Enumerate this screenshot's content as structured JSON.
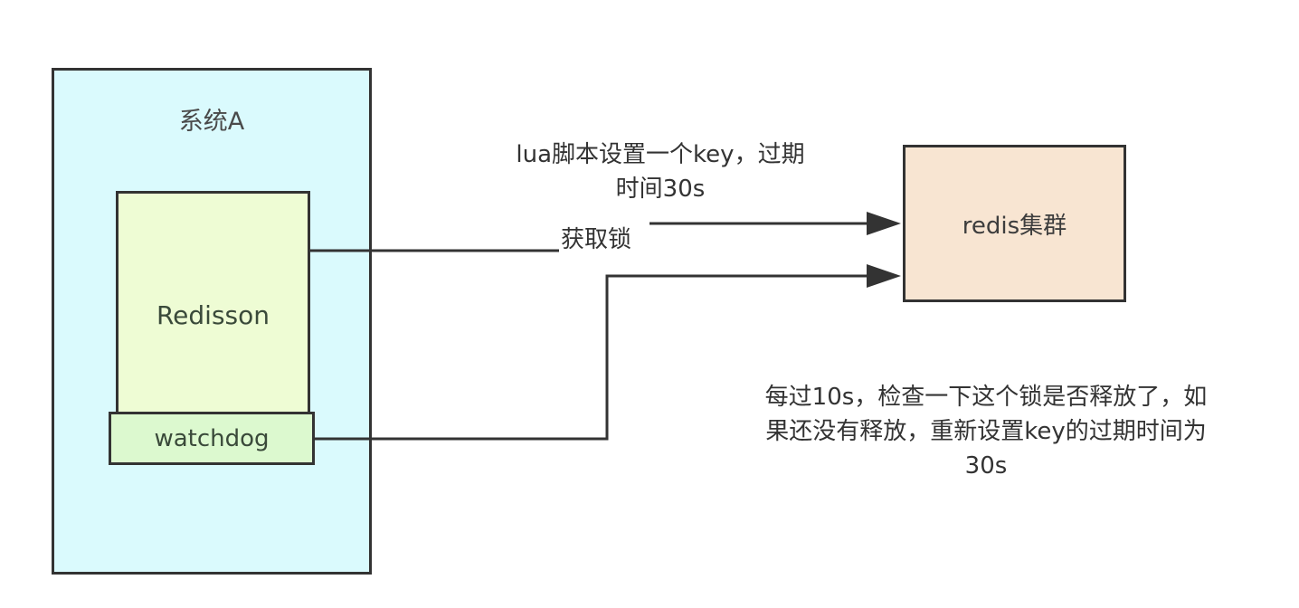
{
  "diagram": {
    "nodes": {
      "system_a": {
        "label": "系统A",
        "fill": "#dafafd"
      },
      "redisson": {
        "label": "Redisson",
        "fill": "#eefcd4"
      },
      "watchdog": {
        "label": "watchdog",
        "fill": "#dcf9cf"
      },
      "redis_cluster": {
        "label": "redis集群",
        "fill": "#f8e5d2"
      }
    },
    "edges": {
      "acquire_lock": {
        "from": "Redisson",
        "to": "redis集群",
        "label": "获取锁"
      },
      "renew_lock": {
        "from": "watchdog",
        "to": "redis集群",
        "label": ""
      }
    },
    "annotations": {
      "lua_note_line1": "lua脚本设置一个key，过期",
      "lua_note_line2": "时间30s",
      "renew_note_line1": "每过10s，检查一下这个锁是否释放了，如",
      "renew_note_line2": "果还没有释放，重新设置key的过期时间为",
      "renew_note_line3": "30s"
    },
    "colors": {
      "stroke": "#333333",
      "background": "#ffffff"
    }
  }
}
